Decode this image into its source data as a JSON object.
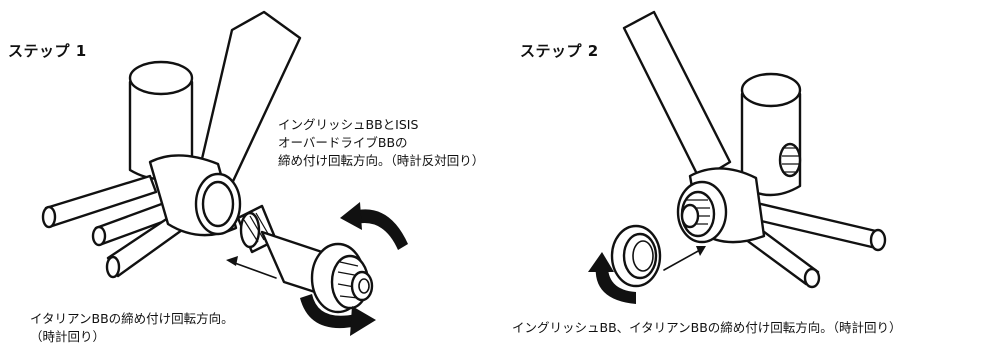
{
  "step1": {
    "title": "ステップ 1",
    "caption_top": [
      "イングリッシュBBとISIS",
      "オーバードライブBBの",
      "締め付け回転方向。（時計反対回り）"
    ],
    "caption_bottom": [
      "イタリアンBBの締め付け回転方向。",
      "（時計回り）"
    ]
  },
  "step2": {
    "title": "ステップ 2",
    "caption": "イングリッシュBB、イタリアンBBの締め付け回転方向。（時計回り）"
  },
  "colors": {
    "ink": "#111111",
    "paper": "#ffffff"
  }
}
